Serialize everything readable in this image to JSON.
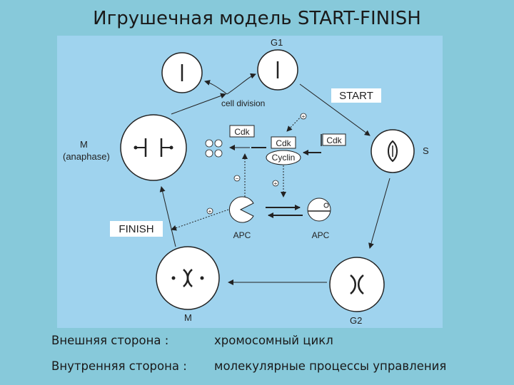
{
  "title": "Игрушечная модель START-FINISH",
  "diagram": {
    "phase_g1": "G1",
    "phase_s": "S",
    "phase_g2": "G2",
    "phase_m": "M",
    "phase_m_anaphase_line1": "M",
    "phase_m_anaphase_line2": "(anaphase)",
    "cell_division": "cell division",
    "start_label": "START",
    "finish_label": "FINISH",
    "cdk_left": "Cdk",
    "cdk_center": "Cdk",
    "cdk_right": "Cdk",
    "cyclin": "Cyclin",
    "apc_active": "APC",
    "apc_inactive": "APC",
    "sign_plus": "+",
    "sign_minus": "−"
  },
  "captions": {
    "outer_label": "Внешняя сторона :",
    "outer_value": "хромосомный цикл",
    "inner_label": "Внутренняя сторона :",
    "inner_value": "молекулярные процессы управления"
  },
  "colors": {
    "slide_background": "#87C9DA",
    "diagram_background": "#9FD3EE",
    "cell_fill": "#FFFFFF",
    "ink": "#222222"
  }
}
